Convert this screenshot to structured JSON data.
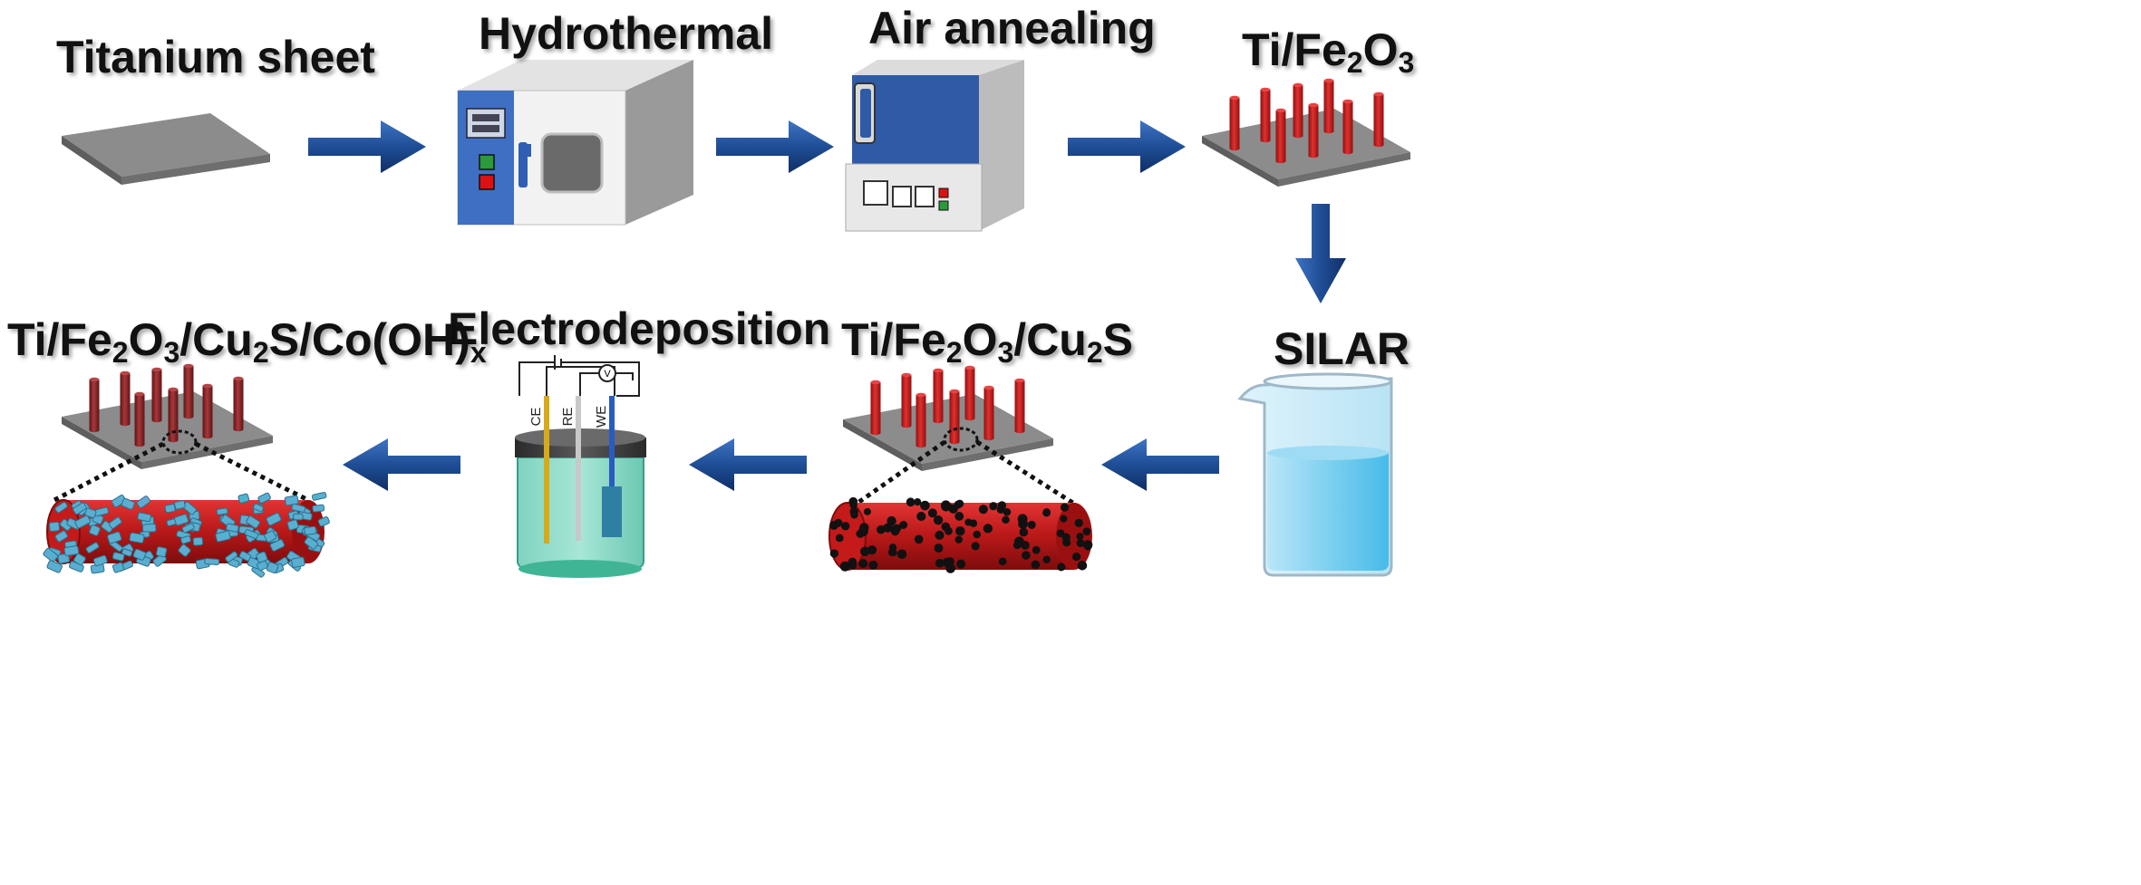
{
  "steps": {
    "titanium": {
      "label": "Titanium sheet"
    },
    "hydrothermal": {
      "label": "Hydrothermal"
    },
    "annealing": {
      "label": "Air annealing"
    },
    "tife2o3": {
      "label_parts": [
        "Ti/Fe",
        "2",
        "O",
        "3"
      ]
    },
    "silar": {
      "label": "SILAR"
    },
    "cu2s": {
      "label_parts": [
        "Ti/Fe",
        "2",
        "O",
        "3",
        "/Cu",
        "2",
        "S"
      ]
    },
    "electrodeposition": {
      "label": "Electrodeposition"
    },
    "final": {
      "label_parts": [
        "Ti/Fe",
        "2",
        "O",
        "3",
        "/Cu",
        "2",
        "S/Co(OH)",
        "x"
      ]
    }
  },
  "electrodes": {
    "ce": "CE",
    "re": "RE",
    "we": "WE",
    "voltmeter": "V"
  },
  "colors": {
    "arrow": "#1f4e96",
    "sheet": "#808080",
    "rod_red": "#cc1f1f",
    "rod_dark_red": "#8b2426",
    "oven_blue": "#3d6fc4",
    "furnace_blue": "#2e5aa8",
    "liquid": "#5fc0ea",
    "nanoflake": "#5aaed0"
  }
}
